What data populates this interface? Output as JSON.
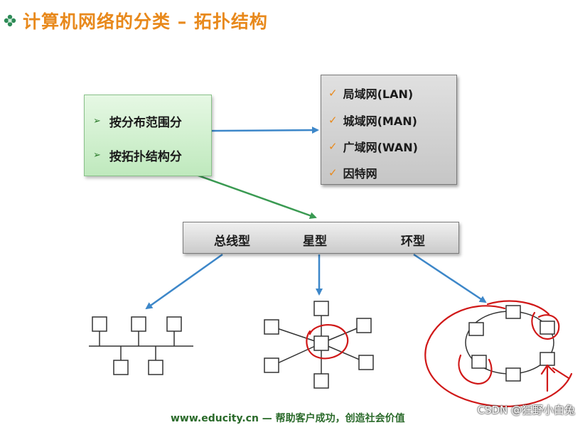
{
  "title": "计算机网络的分类 – 拓扑结构",
  "title_bullet_icon": "flower-icon",
  "classification_box": {
    "items": [
      {
        "label": "按分布范围分",
        "icon": "arrow-right-icon"
      },
      {
        "label": "按拓扑结构分",
        "icon": "arrow-right-icon"
      }
    ]
  },
  "range_box": {
    "items": [
      {
        "label": "局域网(LAN)",
        "icon": "checkmark-icon"
      },
      {
        "label": "城域网(MAN)",
        "icon": "checkmark-icon"
      },
      {
        "label": "广域网(WAN)",
        "icon": "checkmark-icon"
      },
      {
        "label": "因特网",
        "icon": "checkmark-icon"
      }
    ]
  },
  "topology_bar": {
    "bus": "总线型",
    "star": "星型",
    "ring": "环型"
  },
  "footer": "www.educity.cn — 帮助客户成功，创造社会价值",
  "watermark": "CSDN @狂野小白兔",
  "colors": {
    "title": "#e8891c",
    "blue_arrow": "#3d87c9",
    "green_arrow": "#3a9a52",
    "annotation_red": "#d01818",
    "checkmark": "#e8891c"
  }
}
